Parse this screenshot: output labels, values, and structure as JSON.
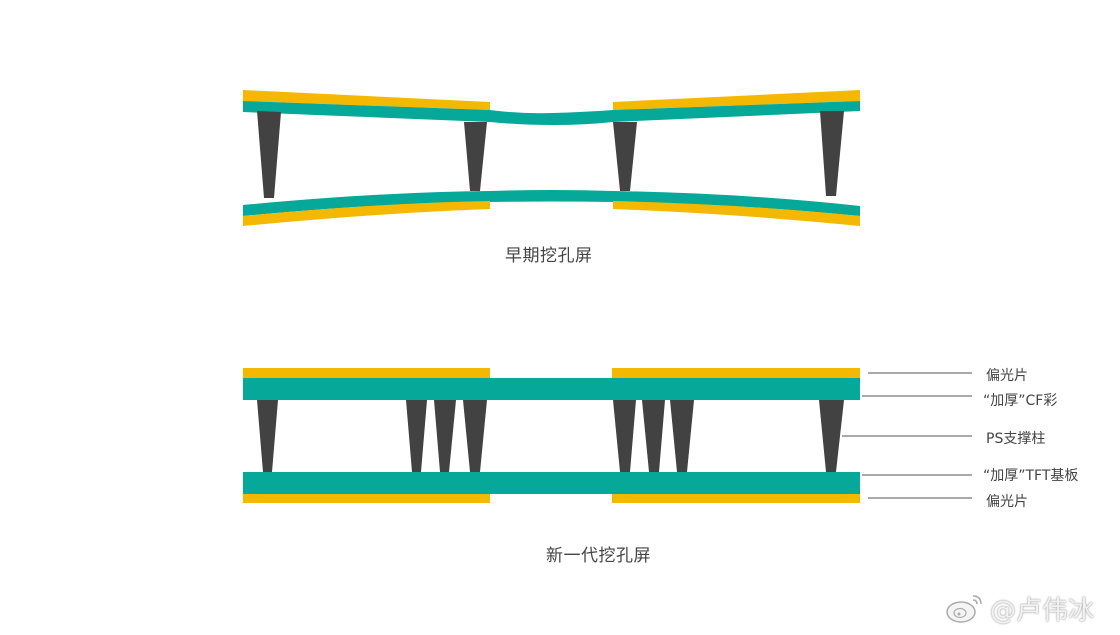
{
  "colors": {
    "polarizer": "#F5B800",
    "glass": "#06A89A",
    "spacer": "#424242",
    "leader_line": "#555555",
    "text": "#444444",
    "background": "#FFFFFF"
  },
  "early": {
    "caption": "早期挖孔屏"
  },
  "new": {
    "caption": "新一代挖孔屏",
    "labels": [
      {
        "text": "偏光片"
      },
      {
        "text": "“加厚”CF彩"
      },
      {
        "text": "PS支撑柱"
      },
      {
        "text": "“加厚”TFT基板"
      },
      {
        "text": "偏光片"
      }
    ]
  },
  "watermark": {
    "text": "@卢伟冰",
    "icon": "weibo-icon"
  }
}
